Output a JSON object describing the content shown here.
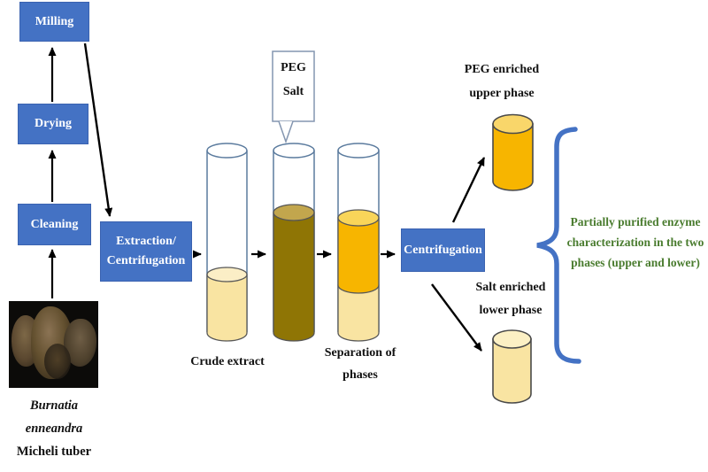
{
  "flow_boxes": {
    "milling": "Milling",
    "drying": "Drying",
    "cleaning": "Cleaning",
    "extraction_line1": "Extraction/",
    "extraction_line2": "Centrifugation",
    "centrifugation": "Centrifugation"
  },
  "source": {
    "name_line1": "Burnatia",
    "name_line2": "enneandra",
    "name_line3": "Micheli tuber"
  },
  "callout": {
    "line1": "PEG",
    "line2": "Salt"
  },
  "stage_labels": {
    "crude_extract": "Crude extract",
    "separation_line1": "Separation of",
    "separation_line2": "phases",
    "peg_phase_line1": "PEG enriched",
    "peg_phase_line2": "upper phase",
    "salt_phase_line1": "Salt enriched",
    "salt_phase_line2": "lower phase"
  },
  "result_note": {
    "line1": "Partially purified enzyme",
    "line2": "characterization in the two",
    "line3": "phases (upper and lower)",
    "text_color": "#4a7c2f"
  },
  "colors": {
    "process_box": "#4472c4",
    "process_box_border": "#3a62b0",
    "box_text": "#ffffff",
    "glass_outline": "#5b7b9e",
    "crude_liquid": "#f9e4a2",
    "crude_surface": "#fbeec6",
    "peg_salt_mix_liquid": "#8f7505",
    "peg_salt_mix_surface": "#c2a64d",
    "peg_rich_liquid": "#f7b500",
    "peg_rich_surface": "#f9d66a",
    "salt_rich_liquid": "#f9e4a2",
    "salt_rich_surface": "#fcf0c4",
    "arrow": "#000000",
    "brace": "#4472c4",
    "callout_border": "#8496b0"
  }
}
